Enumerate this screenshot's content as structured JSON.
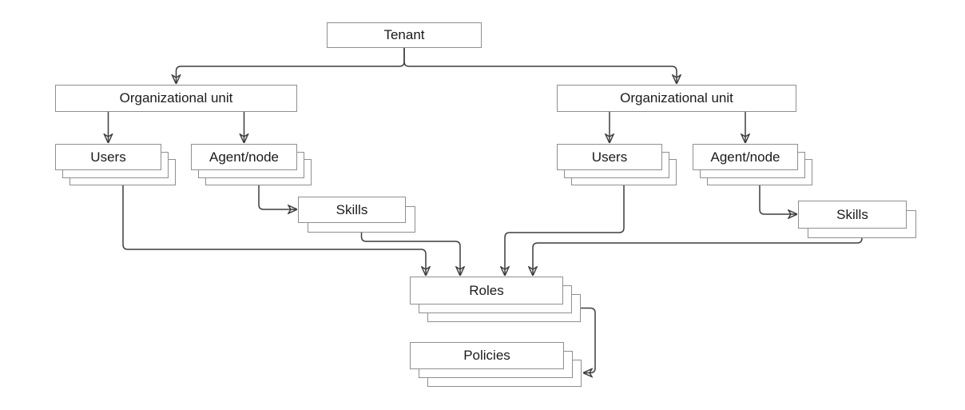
{
  "diagram": {
    "type": "hierarchy",
    "background_color": "#ffffff",
    "colors": {
      "box_border": "#8f8f8f",
      "box_fill": "#ffffff",
      "connector": "#3d3d3d",
      "text": "#1a1a1a"
    },
    "nodes": {
      "tenant": {
        "label": "Tenant",
        "stack_layers": 1
      },
      "org_unit_left": {
        "label": "Organizational unit",
        "stack_layers": 1
      },
      "org_unit_right": {
        "label": "Organizational unit",
        "stack_layers": 1
      },
      "users_left": {
        "label": "Users",
        "stack_layers": 3
      },
      "agent_node_left": {
        "label": "Agent/node",
        "stack_layers": 3
      },
      "users_right": {
        "label": "Users",
        "stack_layers": 3
      },
      "agent_node_right": {
        "label": "Agent/node",
        "stack_layers": 3
      },
      "skills_left": {
        "label": "Skills",
        "stack_layers": 2
      },
      "skills_right": {
        "label": "Skills",
        "stack_layers": 2
      },
      "roles": {
        "label": "Roles",
        "stack_layers": 3
      },
      "policies": {
        "label": "Policies",
        "stack_layers": 3
      }
    },
    "edges": [
      {
        "from": "tenant",
        "to": "org_unit_left"
      },
      {
        "from": "tenant",
        "to": "org_unit_right"
      },
      {
        "from": "org_unit_left",
        "to": "users_left"
      },
      {
        "from": "org_unit_left",
        "to": "agent_node_left"
      },
      {
        "from": "org_unit_right",
        "to": "users_right"
      },
      {
        "from": "org_unit_right",
        "to": "agent_node_right"
      },
      {
        "from": "agent_node_left",
        "to": "skills_left"
      },
      {
        "from": "agent_node_right",
        "to": "skills_right"
      },
      {
        "from": "users_left",
        "to": "roles"
      },
      {
        "from": "skills_left",
        "to": "roles"
      },
      {
        "from": "users_right",
        "to": "roles"
      },
      {
        "from": "skills_right",
        "to": "roles"
      },
      {
        "from": "roles",
        "to": "policies"
      }
    ]
  }
}
